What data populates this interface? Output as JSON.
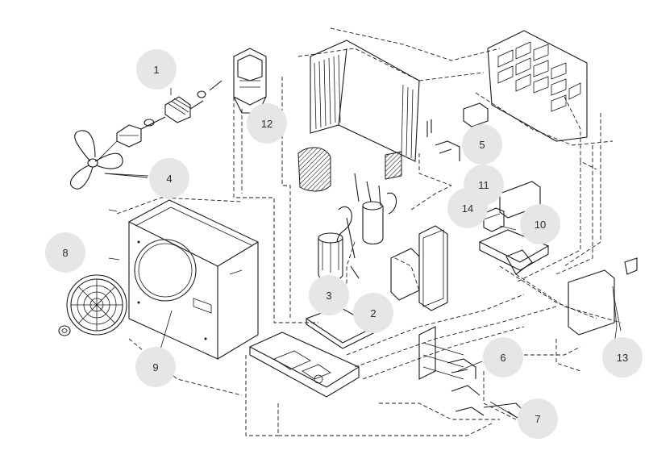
{
  "callouts": [
    {
      "id": 1,
      "label": "1"
    },
    {
      "id": 2,
      "label": "2"
    },
    {
      "id": 3,
      "label": "3"
    },
    {
      "id": 4,
      "label": "4"
    },
    {
      "id": 5,
      "label": "5"
    },
    {
      "id": 6,
      "label": "6"
    },
    {
      "id": 7,
      "label": "7"
    },
    {
      "id": 8,
      "label": "8"
    },
    {
      "id": 9,
      "label": "9"
    },
    {
      "id": 10,
      "label": "10"
    },
    {
      "id": 11,
      "label": "11"
    },
    {
      "id": 12,
      "label": "12"
    },
    {
      "id": 13,
      "label": "13"
    },
    {
      "id": 14,
      "label": "14"
    }
  ],
  "colors": {
    "callout_fill": "#e6e6e6",
    "line": "#1a1a1a",
    "label_text": "#2b2b2b"
  }
}
